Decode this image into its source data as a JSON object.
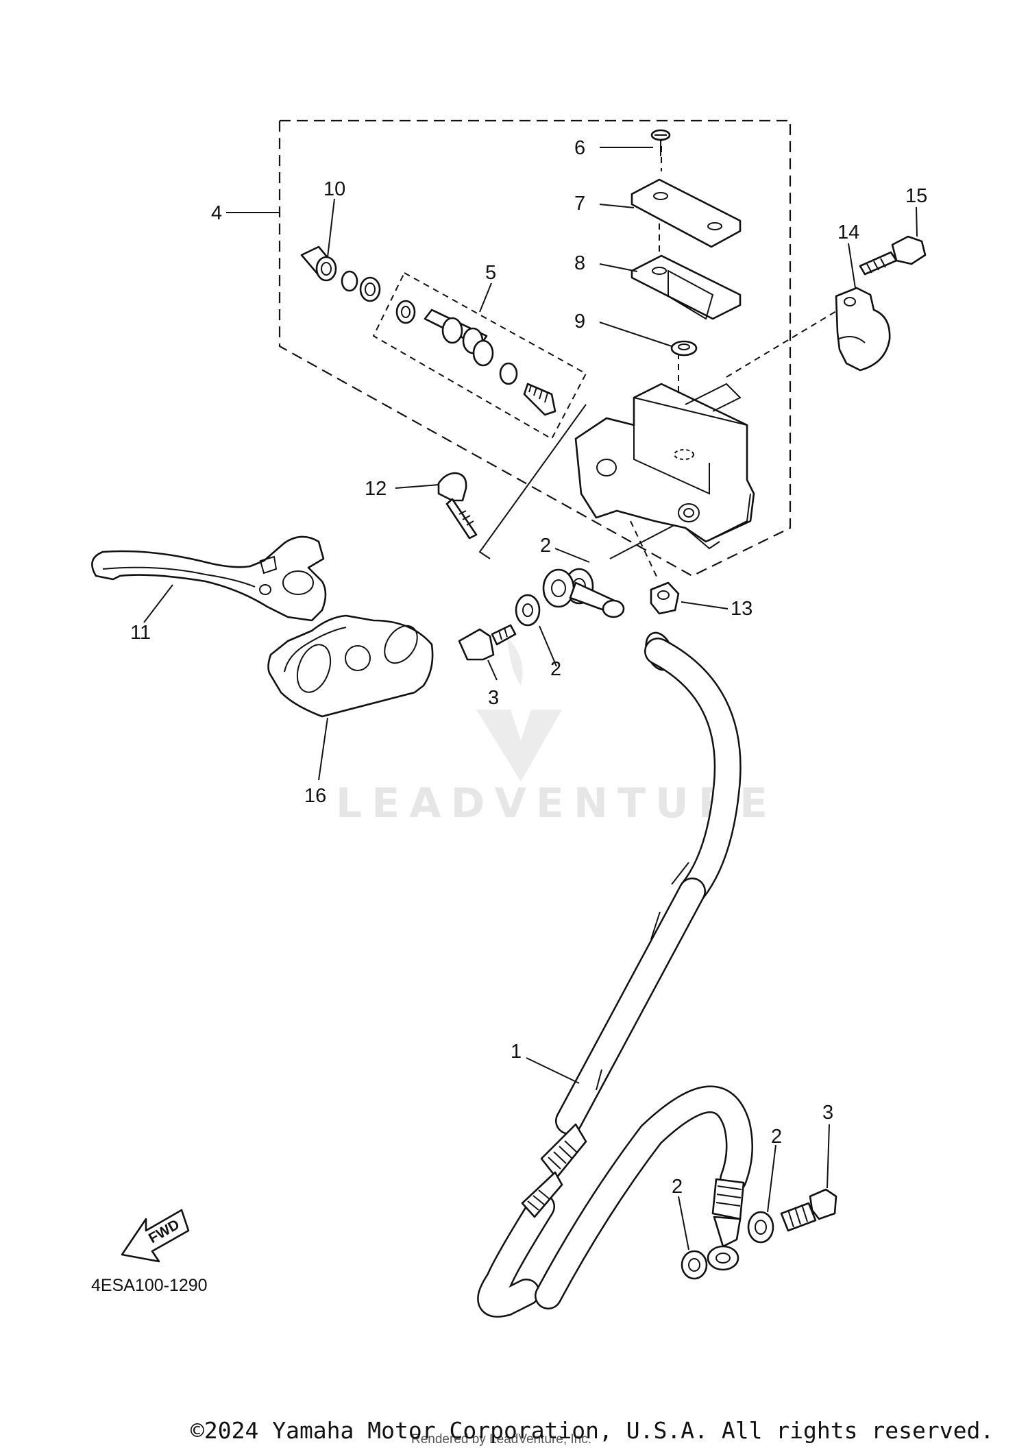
{
  "diagram_code": "4ESA100-1290",
  "fwd_label": "FWD",
  "watermark": "LEADVENTURE",
  "copyright": "©2024 Yamaha Motor Corporation, U.S.A. All rights reserved.",
  "rendered_by": "Rendered by LeadVenture, Inc.",
  "callouts": {
    "c1": "1",
    "c2a": "2",
    "c2b": "2",
    "c2c": "2",
    "c2d": "2",
    "c3a": "3",
    "c3b": "3",
    "c4": "4",
    "c5": "5",
    "c6": "6",
    "c7": "7",
    "c8": "8",
    "c9": "9",
    "c10": "10",
    "c11": "11",
    "c12": "12",
    "c13": "13",
    "c14": "14",
    "c15": "15",
    "c16": "16"
  }
}
